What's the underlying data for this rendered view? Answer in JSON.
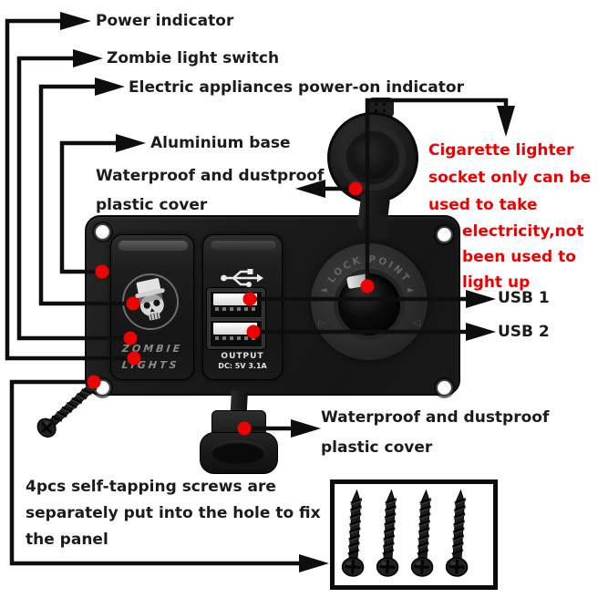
{
  "diagram_title": "12V switch panel annotated diagram",
  "colors": {
    "background": "#ffffff",
    "annotation_line": "#0e0e0e",
    "marker_dot": "#f20000",
    "warning_text": "#ee0000",
    "label_text": "#1b1b1b",
    "panel_body": "#1b1b1b"
  },
  "labels": {
    "power_indicator": "Power indicator",
    "zombie_light_switch": "Zombie light switch",
    "electric_appliances": "Electric appliances power-on indicator",
    "aluminium_base": "Aluminium base",
    "waterproof_top": [
      "Waterproof and dustproof",
      "plastic cover"
    ],
    "cigarette_warning": [
      "Cigarette lighter",
      "socket only can be",
      "used to take",
      "electricity,not",
      "been used to",
      "light up"
    ],
    "usb1": "USB 1",
    "usb2": "USB 2",
    "waterproof_bottom": [
      "Waterproof and dustproof",
      "plastic cover"
    ],
    "screws_note": [
      "4pcs self-tapping screws are",
      "separately put into the hole to fix",
      "the panel"
    ]
  },
  "device": {
    "switch_text_line1": "ZOMBIE",
    "switch_text_line2": "LIGHTS",
    "usb_output_line1": "OUTPUT",
    "usb_output_line2": "DC: 5V 3.1A",
    "socket_ring_text": "LOCK POINT",
    "socket_left_glyph": "◄",
    "socket_right_glyph": "►",
    "socket_left_triangle": "▷",
    "socket_right_triangle": "◁"
  },
  "icons": [
    "skull-icon",
    "usb-trident-icon",
    "screw-icon"
  ]
}
